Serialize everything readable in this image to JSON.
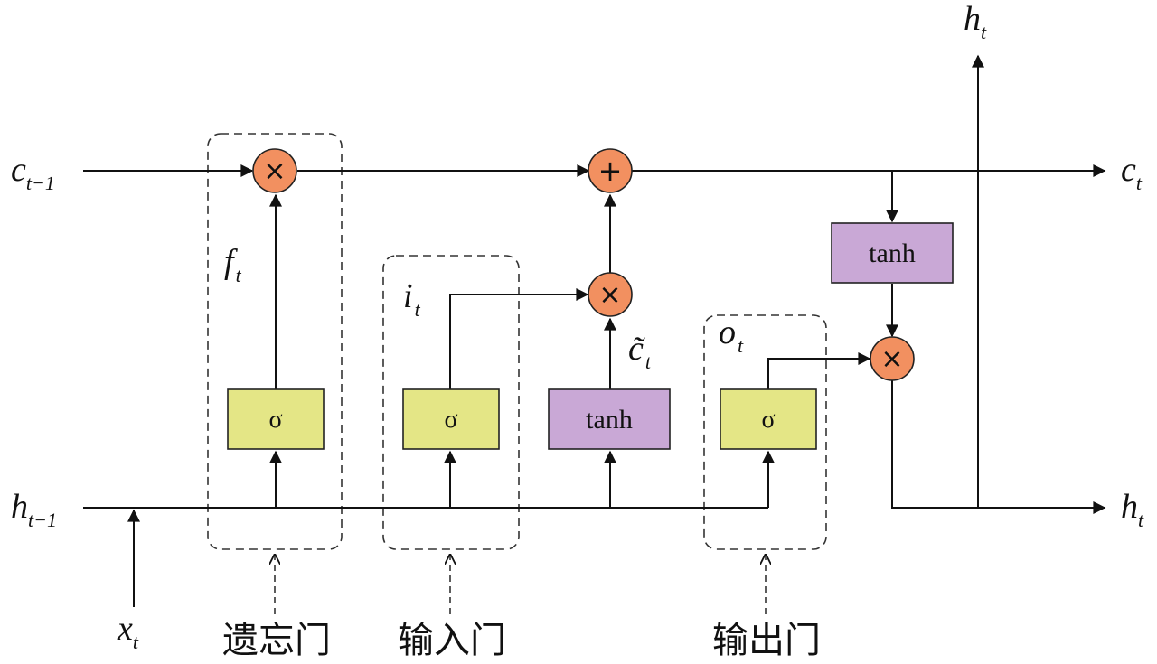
{
  "colors": {
    "sigma_fill": "#e4e686",
    "tanh_fill": "#c9a8d6",
    "op_fill": "#f29060",
    "line": "#111111"
  },
  "labels": {
    "c_prev": {
      "base": "c",
      "sub": "t−1"
    },
    "c_out": {
      "base": "c",
      "sub": "t"
    },
    "h_prev": {
      "base": "h",
      "sub": "t−1"
    },
    "h_out": {
      "base": "h",
      "sub": "t"
    },
    "h_top": {
      "base": "h",
      "sub": "t"
    },
    "x_in": {
      "base": "x",
      "sub": "t"
    },
    "f_gate": {
      "base": "f",
      "sub": "t"
    },
    "i_gate": {
      "base": "i",
      "sub": "t"
    },
    "c_tilde": {
      "base": "c̃",
      "sub": "t"
    },
    "o_gate": {
      "base": "o",
      "sub": "t"
    }
  },
  "boxes": {
    "sigma_forget": "σ",
    "sigma_input": "σ",
    "tanh_input": "tanh",
    "sigma_output": "σ",
    "tanh_cell": "tanh"
  },
  "operators": {
    "multiply": "×",
    "add": "+"
  },
  "gates": {
    "forget": "遗忘门",
    "input": "输入门",
    "output": "输出门"
  }
}
